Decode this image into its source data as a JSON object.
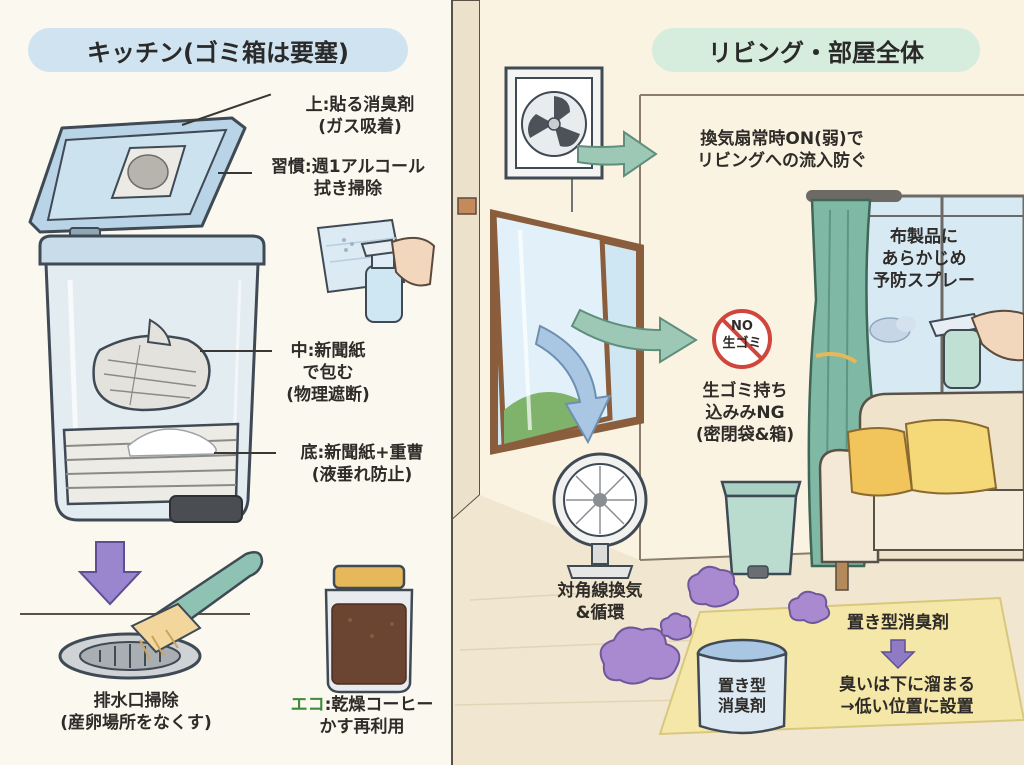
{
  "headers": {
    "kitchen": "キッチン(ゴミ箱は要塞)",
    "living": "リビング・部屋全体"
  },
  "kitchen": {
    "lid_label": [
      "上:貼る消臭剤",
      "(ガス吸着)"
    ],
    "habit_label": [
      "習慣:週1アルコール",
      "拭き掃除"
    ],
    "middle_label": [
      "中:新聞紙",
      "で包む",
      "(物理遮断)"
    ],
    "bottom_label": [
      "底:新聞紙+重曹",
      "(液垂れ防止)"
    ],
    "drain_label": [
      "排水口掃除",
      "(産卵場所をなくす)"
    ],
    "eco_prefix": "エコ",
    "eco_label": [
      ":乾燥コーヒー",
      "かす再利用"
    ]
  },
  "living": {
    "fan_label": [
      "換気扇常時ON(弱)で",
      "リビングへの流入防ぐ"
    ],
    "fabric_label": [
      "布製品に",
      "あらかじめ",
      "予防スプレー"
    ],
    "no_sign": [
      "NO",
      "生ゴミ"
    ],
    "no_garbage_label": [
      "生ゴミ持ち",
      "込みみNG",
      "(密閉袋&箱)"
    ],
    "circulator_label": [
      "対角線換気",
      "&循環"
    ],
    "deodorizer_label": "置き型消臭剤",
    "deodorizer_jar": [
      "置き型",
      "消臭剤"
    ],
    "low_label": [
      "臭いは下に溜まる",
      "→低い位置に設置"
    ]
  },
  "colors": {
    "kitchen_header": "#cfe3f0",
    "living_header": "#d6ecdc",
    "bin": "#d7e6ef",
    "curtain": "#7fb8a4",
    "arrow_blue": "#a9c7e3",
    "arrow_green": "#9ec8b6",
    "arrow_purple": "#8f7bc4",
    "smell_cloud": "#a98ad0",
    "rug": "#f4e7a8"
  },
  "icons": [
    "trash-bin-icon",
    "odor-pad-icon",
    "spray-bottle-icon",
    "drain-brush-icon",
    "coffee-jar-icon",
    "exhaust-fan-icon",
    "window-icon",
    "circulator-fan-icon",
    "small-bin-icon",
    "sofa-icon",
    "curtain-icon",
    "deodorizer-jar-icon",
    "smell-cloud-icon",
    "no-garbage-sign-icon"
  ]
}
